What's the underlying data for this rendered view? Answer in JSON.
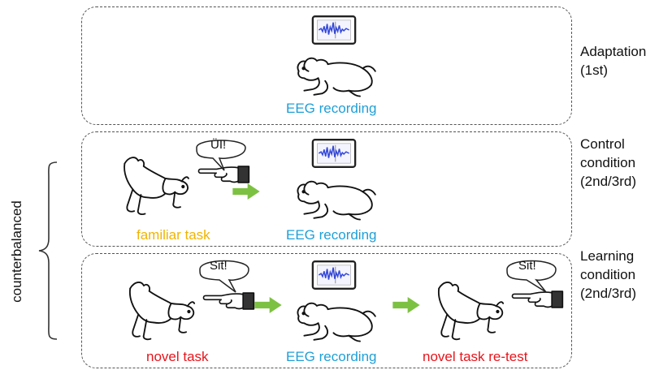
{
  "conditions": {
    "adaptation": [
      "Adaptation",
      "(1st)"
    ],
    "control": [
      "Control",
      "condition",
      "(2nd/3rd)"
    ],
    "learning": [
      "Learning",
      "condition",
      "(2nd/3rd)"
    ]
  },
  "left_label": "counterbalanced",
  "labels": {
    "eeg": "EEG recording",
    "familiar": "familiar task",
    "novel": "novel task",
    "retest": "novel task re-test"
  },
  "bubbles": {
    "control": "ÜI!",
    "learning": "Sit!",
    "retest": "Sit!"
  },
  "colors": {
    "eeg": "#1e9fd8",
    "familiar": "#f0b400",
    "novel": "#e8141b",
    "arrow": "#7dc142"
  },
  "icons": {
    "eeg_screen": "eeg-monitor-icon",
    "dog_lying": "lying-dog-icon",
    "dog_standing": "standing-dog-icon",
    "pointing_hand": "pointing-hand-icon",
    "arrow": "right-arrow-icon"
  }
}
